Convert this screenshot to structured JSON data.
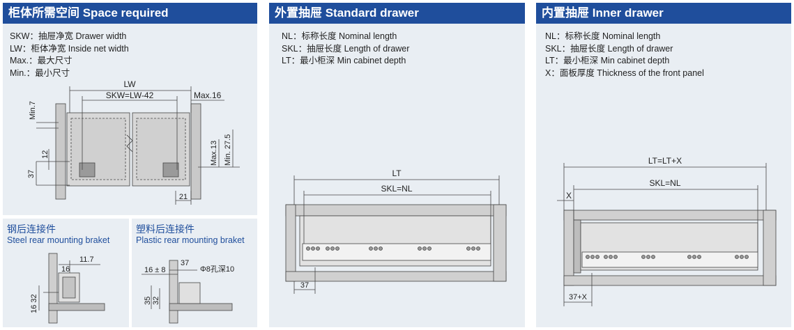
{
  "space": {
    "title": "柜体所需空间  Space required",
    "legend": [
      "SKW：抽屉净宽  Drawer width",
      "LW：柜体净宽  Inside net width",
      "Max.：最大尺寸",
      "Min.：最小尺寸"
    ],
    "dims": {
      "lw": "LW",
      "skw": "SKW=LW-42",
      "max16": "Max.16",
      "min7": "Min.7",
      "d12": "12",
      "d37": "37",
      "max13": "Max.13",
      "min275": "Min. 27.5",
      "d21": "21"
    }
  },
  "steel": {
    "title_zh": "钢后连接件",
    "title_en": "Steel rear mounting braket",
    "dims": {
      "d117": "11.7",
      "d16": "16",
      "d1632": "16 32"
    }
  },
  "plastic": {
    "title_zh": "塑料后连接件",
    "title_en": "Plastic rear mounting braket",
    "dims": {
      "d16pm8": "16 ± 8",
      "d37": "37",
      "hole": "Φ8孔深10",
      "d35": "35",
      "d32": "32"
    }
  },
  "standard": {
    "title": "外置抽屉  Standard drawer",
    "legend": [
      "NL：标称长度 Nominal length",
      "SKL：抽屉长度 Length of drawer",
      "LT：最小柜深  Min cabinet depth"
    ],
    "dims": {
      "lt": "LT",
      "skl": "SKL=NL",
      "d37": "37"
    }
  },
  "inner": {
    "title": "内置抽屉  Inner drawer",
    "legend": [
      "NL：标称长度 Nominal length",
      "SKL：抽屉长度 Length of drawer",
      "LT：最小柜深  Min cabinet depth",
      "X：面板厚度  Thickness of the front panel"
    ],
    "dims": {
      "lt": "LT=LT+X",
      "skl": "SKL=NL",
      "x": "X",
      "d37x": "37+X"
    }
  },
  "colors": {
    "header": "#1f4e9c",
    "panel": "#e9eef3",
    "accent_text": "#1f4e9c"
  }
}
